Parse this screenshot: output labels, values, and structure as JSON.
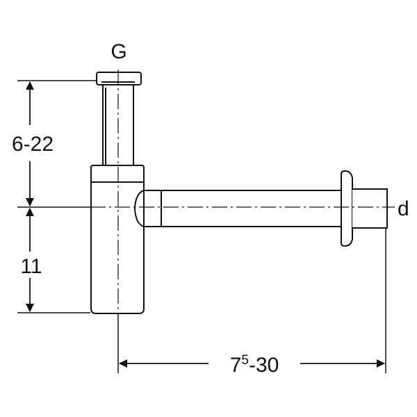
{
  "labels": {
    "thread": "G",
    "height_range": "6-22",
    "trap_depth": "11",
    "outlet": "d",
    "length_base": "7",
    "length_sup": "5",
    "length_rest": "-30"
  },
  "colors": {
    "line": "#111111",
    "background": "#ffffff"
  }
}
